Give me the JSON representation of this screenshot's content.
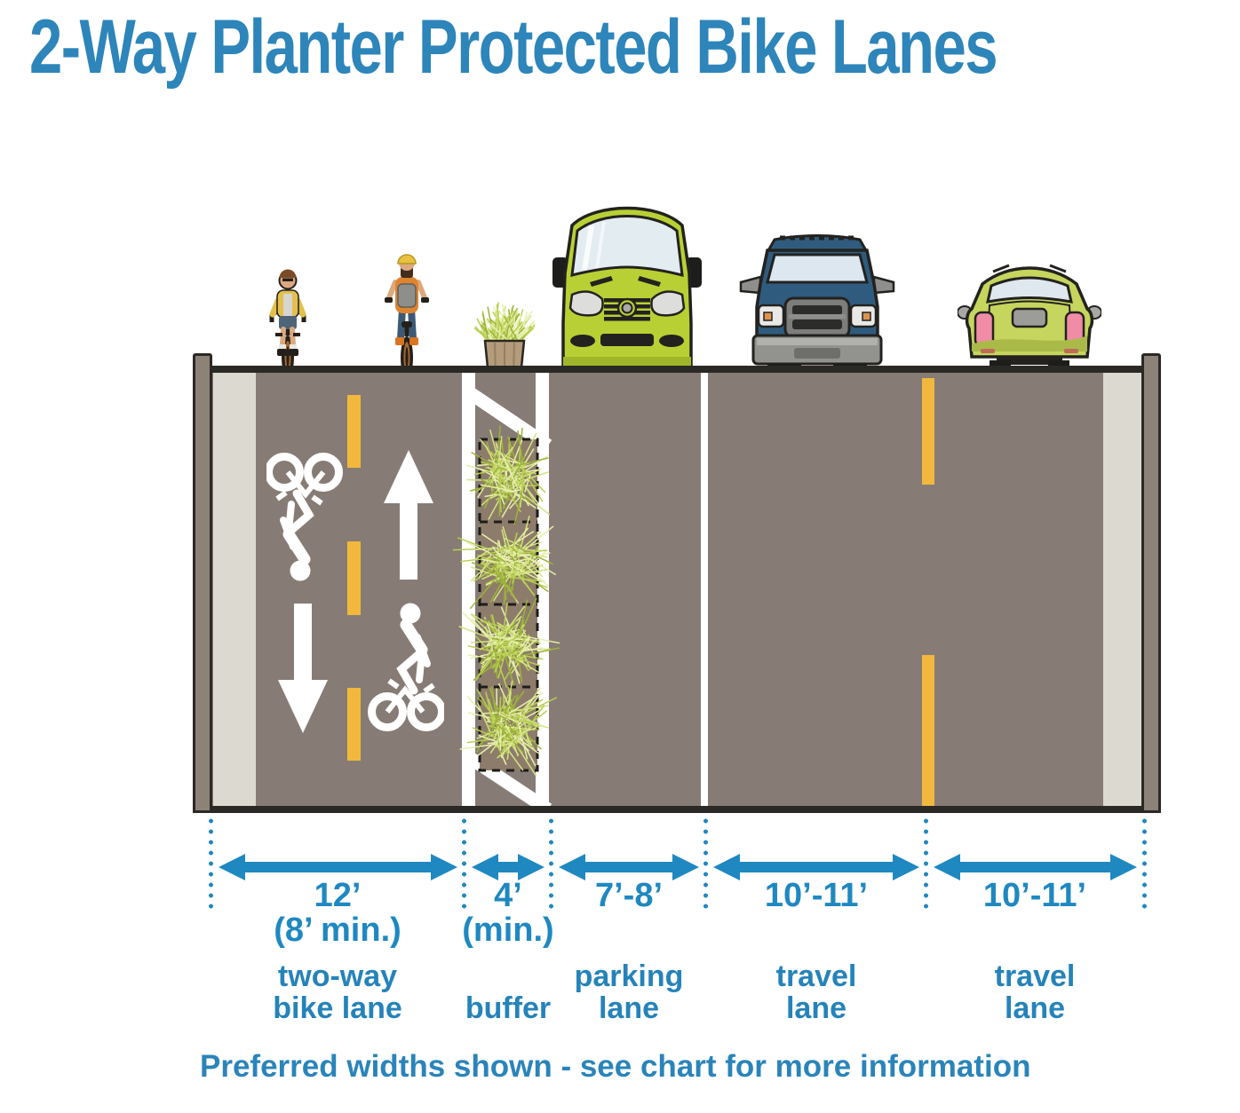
{
  "title": "2-Way Planter Protected Bike Lanes",
  "footer_note": "Preferred widths shown - see chart for more information",
  "colors": {
    "accent_blue": "#1f88c1",
    "title_blue": "#2d85ba",
    "road": "#867c75",
    "curb_gutter": "#dcd9d1",
    "curb_edge": "#8d8278",
    "lane_yellow": "#f2b83d",
    "marking_white": "#ffffff",
    "grass_green": "#b9cf52",
    "planter_soil": "#8d7c6b",
    "planter_wood": "#b39b7c",
    "van_green": "#b9d035",
    "truck_blue": "#2f5c7e",
    "car_green": "#c5d55e",
    "outline_dark": "#2b2925"
  },
  "lanes": [
    {
      "id": "two-way-bike-lane",
      "dimension": "12’",
      "dimension_note": "(8’ min.)",
      "label": [
        "two-way",
        "bike lane"
      ]
    },
    {
      "id": "buffer",
      "dimension": "4’",
      "dimension_note": "(min.)",
      "label": [
        "",
        "buffer"
      ]
    },
    {
      "id": "parking-lane",
      "dimension": "7’-8’",
      "dimension_note": "",
      "label": [
        "parking",
        "lane"
      ]
    },
    {
      "id": "travel-lane-1",
      "dimension": "10’-11’",
      "dimension_note": "",
      "label": [
        "travel",
        "lane"
      ]
    },
    {
      "id": "travel-lane-2",
      "dimension": "10’-11’",
      "dimension_note": "",
      "label": [
        "travel",
        "lane"
      ]
    }
  ],
  "icons": [
    "cyclist-front-icon",
    "cyclist-rear-icon",
    "planter-icon",
    "van-icon",
    "pickup-truck-icon",
    "car-rear-icon",
    "bike-rider-marking-icon",
    "up-arrow-marking-icon",
    "down-arrow-marking-icon",
    "planter-box-icon"
  ]
}
